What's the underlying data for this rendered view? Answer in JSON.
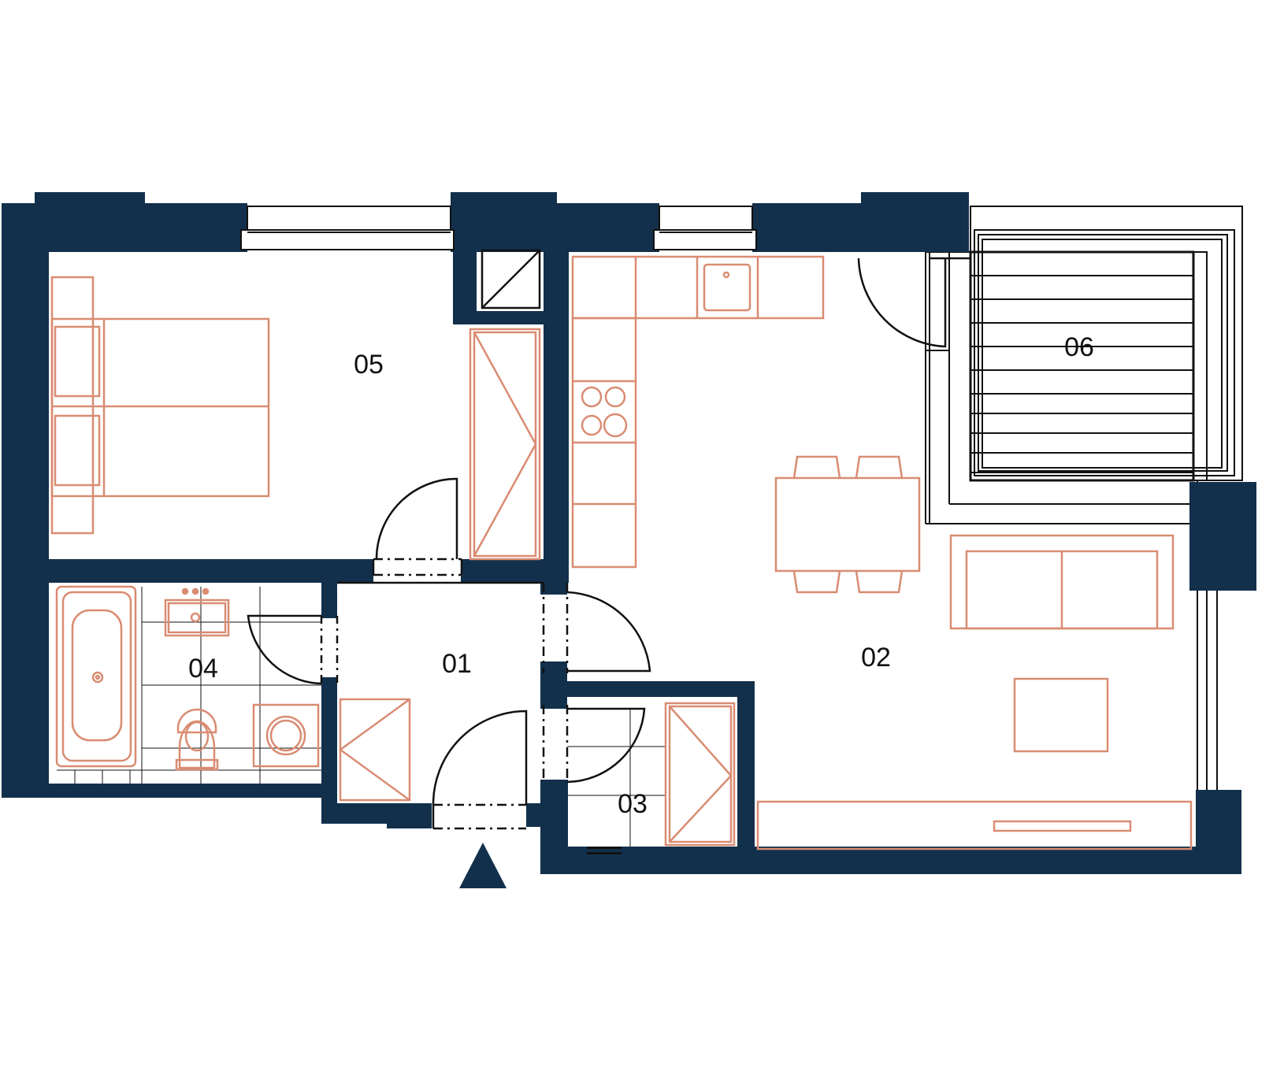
{
  "colors": {
    "wall": "#12304B",
    "furniture": "#D98C72",
    "line": "#111111",
    "background": "#ffffff"
  },
  "rooms": [
    {
      "id": "01",
      "label": "01"
    },
    {
      "id": "02",
      "label": "02"
    },
    {
      "id": "03",
      "label": "03"
    },
    {
      "id": "04",
      "label": "04"
    },
    {
      "id": "05",
      "label": "05"
    },
    {
      "id": "06",
      "label": "06"
    }
  ],
  "icons": {
    "entrance": "triangle-up-arrow"
  }
}
